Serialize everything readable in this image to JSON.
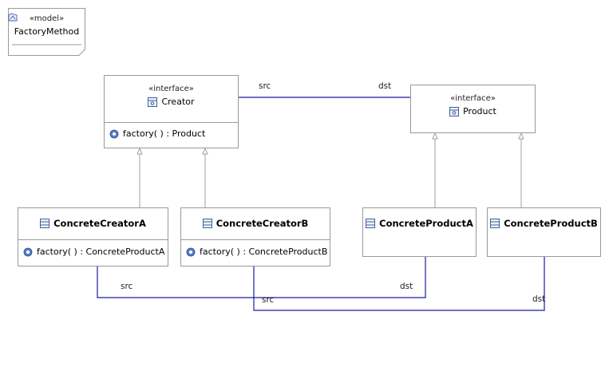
{
  "model": {
    "stereotype": "«model»",
    "name": "FactoryMethod"
  },
  "creator": {
    "stereotype": "«interface»",
    "name": "Creator",
    "operation": "factory(  ) : Product"
  },
  "product": {
    "stereotype": "«interface»",
    "name": "Product"
  },
  "concrete_creator_a": {
    "name": "ConcreteCreatorA",
    "operation": "factory(  ) : ConcreteProductA"
  },
  "concrete_creator_b": {
    "name": "ConcreteCreatorB",
    "operation": "factory(  ) : ConcreteProductB"
  },
  "concrete_product_a": {
    "name": "ConcreteProductA"
  },
  "concrete_product_b": {
    "name": "ConcreteProductB"
  },
  "associations": {
    "creator_product": {
      "src": "src",
      "dst": "dst"
    },
    "creator_a_product_a": {
      "src": "src",
      "dst": "dst"
    },
    "creator_b_product_b": {
      "src": "src",
      "dst": "dst"
    }
  },
  "colors": {
    "association": "#1a1aa6",
    "generalization": "#a0a0a0",
    "border": "#9a9a9a"
  }
}
